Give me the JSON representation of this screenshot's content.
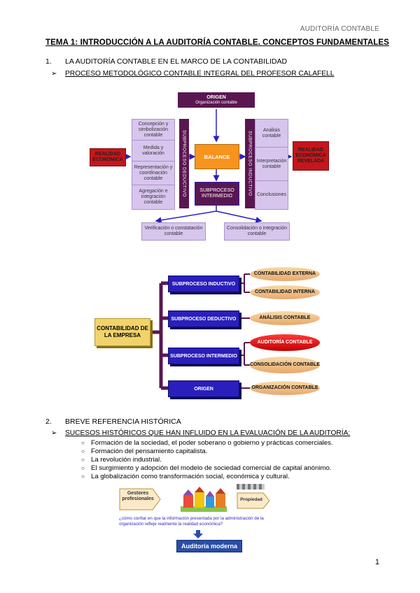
{
  "header": {
    "running_title": "AUDITORÍA CONTABLE"
  },
  "title": "TEMA 1: INTRODUCCIÓN A LA AUDITORÍA CONTABLE. CONCEPTOS FUNDAMENTALES",
  "section1": {
    "number": "1.",
    "title": "LA AUDITORÍA CONTABLE EN EL MARCO DE LA CONTABILIDAD",
    "subtitle": "PROCESO METODOLÓGICO CONTABLE INTEGRAL DEL PROFESOR CALAFELL"
  },
  "diagram1": {
    "origen": "ORIGEN",
    "origen_sub": "Organización contable",
    "left_items": [
      "Concepción y simbolización contable",
      "Medida y valoración",
      "Representación y coordinación contable",
      "Agregación e integración contable"
    ],
    "realidad_economica": "REALIDAD ECONÓMICA",
    "subproceso_deductivo": "SUBPROCESO DEDUCTIVO",
    "balance": "BALANCE",
    "subproceso_intermedio": "SUBPROCESO INTERMEDIO",
    "subproceso_inductivo": "SUBPROCESO INDUCTIVO",
    "right_items": [
      "Análisis contable",
      "Interpretación contable",
      "Conclusiones"
    ],
    "realidad_revelada": "REALIDAD ECONÓMICA REVELADA",
    "bottom_left": "Verificación o constatación contable",
    "bottom_right": "Consolidación o integración contable"
  },
  "diagram2": {
    "root": "CONTABILIDAD DE LA EMPRESA",
    "branches": [
      {
        "label": "SUBPROCESO INDUCTIVO",
        "leaves": [
          "CONTABILIDAD EXTERNA",
          "CONTABILIDAD INTERNA"
        ]
      },
      {
        "label": "SUBPROCESO DEDUCTIVO",
        "leaves": [
          "ANÁLISIS CONTABLE"
        ]
      },
      {
        "label": "SUBPROCESO INTERMEDIO",
        "leaves": [
          "AUDITORÍA CONTABLE",
          "CONSOLIDACIÓN CONTABLE"
        ]
      },
      {
        "label": "ORIGEN",
        "leaves": [
          "ORGANIZACIÓN CONTABLE"
        ]
      }
    ]
  },
  "section2": {
    "number": "2.",
    "title": "BREVE REFERENCIA HISTÓRICA",
    "subtitle": "SUCESOS HISTÓRICOS QUE HAN INFLUIDO EN LA EVALUACIÓN DE LA AUDITORÍA:",
    "bullets": [
      "Formación de la sociedad, el poder soberano o gobierno y prácticas comerciales.",
      "Formación del pensamiento capitalista.",
      "La revolución industrial.",
      "El surgimiento y adopción del modelo de sociedad comercial de capital anónimo.",
      "La globalización como transformación social, económica y cultural."
    ]
  },
  "figure3": {
    "gestores": "Gestores profesionales",
    "propiedad": "Propiedad",
    "question": "¿cómo confiar en que la información presentada por la administración de la organización refleje realmente la realidad económica?",
    "auditoria_moderna": "Auditoría moderna"
  },
  "page_number": "1",
  "colors": {
    "dark_purple": "#5a1650",
    "light_purple": "#d7c5ee",
    "red": "#c4161c",
    "orange": "#f7941d",
    "blue": "#2a1fbd",
    "yellow": "#f2d36b"
  }
}
